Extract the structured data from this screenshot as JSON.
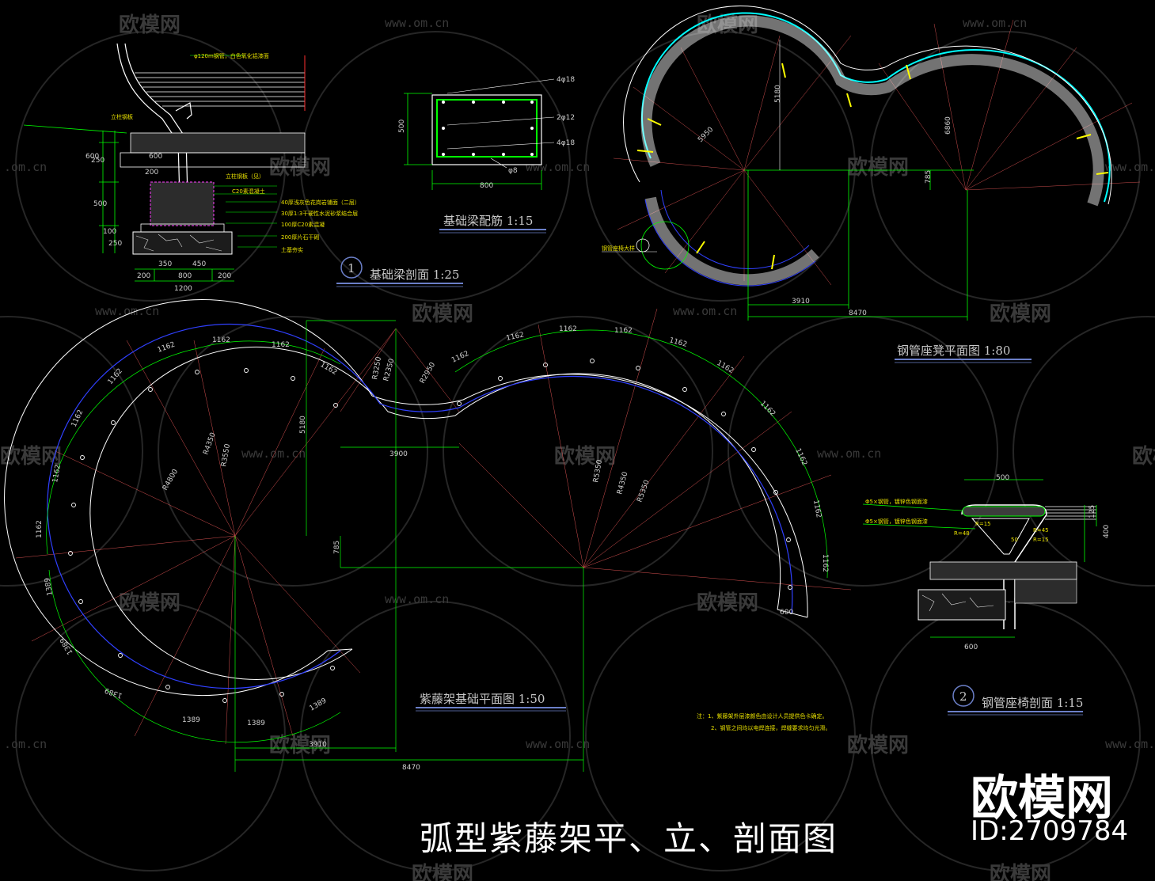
{
  "watermark": {
    "logo_text": "欧模网",
    "url": "www.om.cn",
    "url_partial": ".om.cn"
  },
  "sheet_title": "弧型紫藤架平、立、剖面图",
  "brand": {
    "logo": "欧模网",
    "id": "ID:2709784"
  },
  "drawings": {
    "beam_section": {
      "number": "1",
      "title": "基础梁剖面  1:25",
      "dims": [
        "200",
        "800",
        "200",
        "1200",
        "350",
        "450",
        "600",
        "200",
        "250",
        "600",
        "500",
        "100",
        "250"
      ],
      "notes": [
        "φ120m钢管，白色氧化铝漆面",
        "立柱钢板",
        "40厚浅灰色花岗岩铺面（二层）",
        "30厚1:3干硬性水泥砂浆结合层",
        "100厚C20素混凝",
        "200厚片石干砌",
        "土基夯实",
        "立柱钢板（见）",
        "C20素混凝土"
      ]
    },
    "beam_rebar": {
      "title": "基础梁配筋  1:15",
      "dims": [
        "800",
        "500"
      ],
      "labels": [
        "4φ18",
        "2φ12",
        "4φ18",
        "φ8"
      ]
    },
    "steel_bench_plan": {
      "title": "钢管座凳平面图  1:80",
      "dims": [
        "5180",
        "3910",
        "8470",
        "785",
        "6860",
        "5950"
      ],
      "label": "钢管座椅大样"
    },
    "foundation_plan": {
      "title": "紫藤架基础平面图  1:50",
      "dims": [
        "1162",
        "1162",
        "1162",
        "1162",
        "1162",
        "1162",
        "1162",
        "1162",
        "1162",
        "1162",
        "1162",
        "1162",
        "1389",
        "1389",
        "1389",
        "1389",
        "1389",
        "1389",
        "3900",
        "5180",
        "785",
        "3910",
        "8470",
        "600",
        "R4350",
        "R3550",
        "R4800",
        "R5350",
        "R3250",
        "R2350",
        "R2950",
        "R4350",
        "R5350"
      ]
    },
    "bench_section": {
      "number": "2",
      "title": "钢管座椅剖面  1:15",
      "dims": [
        "500",
        "600",
        "125",
        "400",
        "R=15",
        "R=45",
        "R=48",
        "R=15",
        "50"
      ],
      "notes": [
        "Φ5×钢管，镀锌色钢面漆",
        "Φ5×钢管，镀锌色钢面漆"
      ]
    }
  },
  "notes": [
    "注：1、紫藤架外层漆颜色由设计人员提供色卡确定。",
    "2、钢管之间均以电焊连接，焊缝要求均匀光滑。"
  ]
}
